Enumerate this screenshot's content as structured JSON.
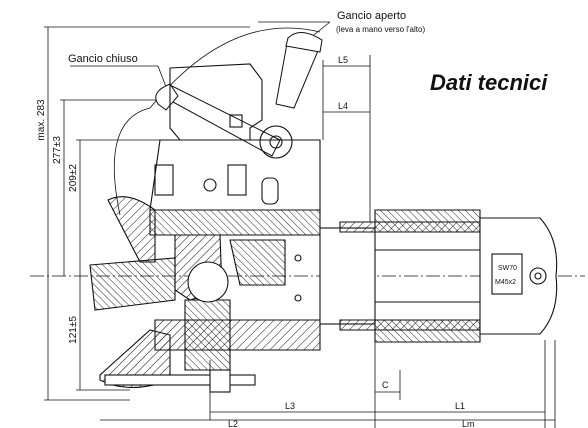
{
  "title": "Dati tecnici",
  "callouts": {
    "open_hook": "Gancio aperto",
    "open_hook_note": "(leva a mano verso l'alto)",
    "closed_hook": "Gancio chiuso"
  },
  "dimensions": {
    "max_height": "max. 283",
    "h277": "277±3",
    "h209": "209±2",
    "h121": "121±5",
    "L1": "L1",
    "L2": "L2",
    "L3": "L3",
    "L4": "L4",
    "L5": "L5",
    "Lm": "Lm",
    "C": "C"
  },
  "nut_labels": {
    "wrench_size": "SW70",
    "thread": "M45x2"
  }
}
